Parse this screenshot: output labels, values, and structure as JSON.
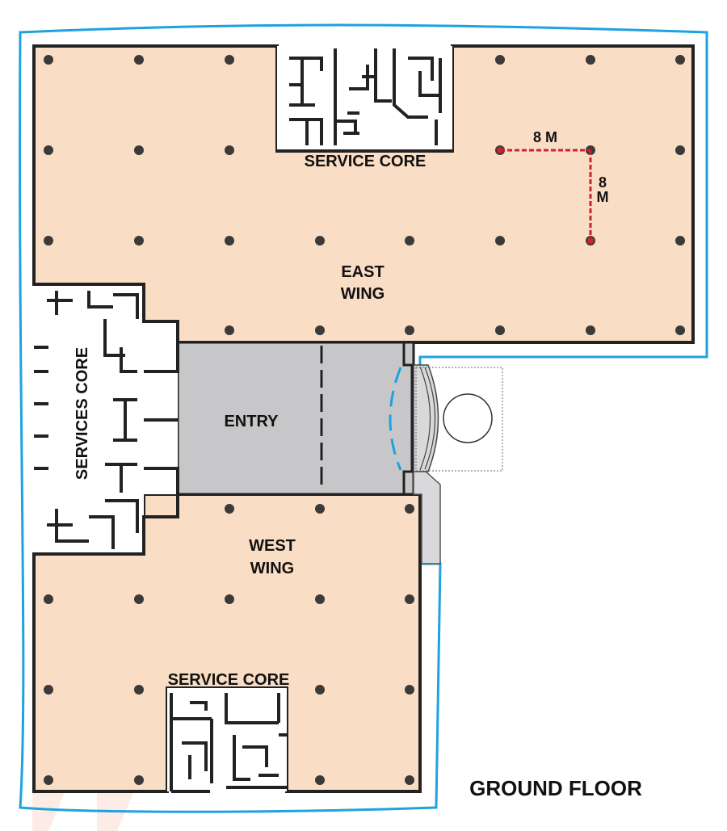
{
  "title": "GROUND FLOOR",
  "zones": {
    "east_wing": [
      "EAST",
      "WING"
    ],
    "west_wing": [
      "WEST",
      "WING"
    ],
    "entry": "ENTRY",
    "service_core_top": "SERVICE CORE",
    "service_core_bottom": "SERVICE CORE",
    "services_core_left": "SERVICES CORE"
  },
  "dimensions": {
    "horizontal": "8 M",
    "vertical": [
      "8",
      "M"
    ]
  },
  "colors": {
    "floor": "#f9ddc4",
    "entry": "#c7c7c9",
    "outline": "#1ea2e0",
    "wall": "#222222",
    "dimension": "#d0202a"
  }
}
